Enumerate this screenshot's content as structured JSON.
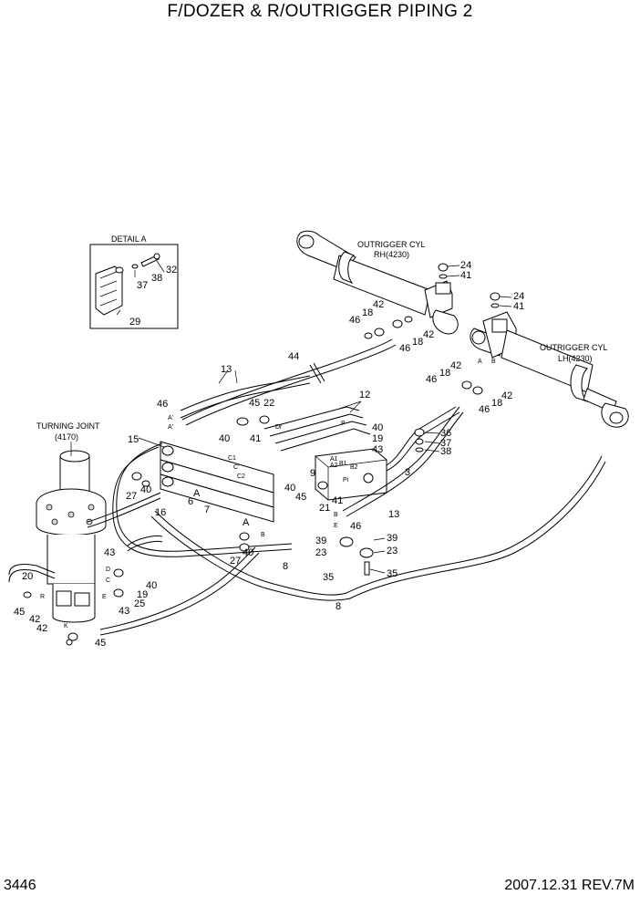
{
  "title": "F/DOZER & R/OUTRIGGER PIPING 2",
  "page_number": "3446",
  "revision": "2007.12.31  REV.7M",
  "detail_label": "DETAIL A",
  "turning_joint": {
    "name": "TURNING JOINT",
    "code": "(4170)"
  },
  "outrigger_rh": {
    "name": "OUTRIGGER CYL",
    "code": "RH(4230)"
  },
  "outrigger_lh": {
    "name": "OUTRIGGER CYL",
    "code": "LH(4230)"
  },
  "callouts": {
    "d32": "32",
    "d38": "38",
    "d37": "37",
    "d29": "29",
    "rh24": "24",
    "rh41": "41",
    "rh42a": "42",
    "rh18a": "18",
    "rh46a": "46",
    "rh46b": "46",
    "rh18b": "18",
    "rh42b": "42",
    "p44": "44",
    "lh24": "24",
    "lh41": "41",
    "lh42a": "42",
    "lh18a": "18",
    "lh46a": "46",
    "lh46b": "46",
    "lh18b": "18",
    "lh42b": "42",
    "p13a": "13",
    "p46a": "46",
    "p45a": "45",
    "p22": "22",
    "p12": "12",
    "p15": "15",
    "p41a": "41",
    "p40a": "40",
    "p19a": "19",
    "p43a": "43",
    "p36": "36",
    "p37": "37",
    "p38": "38",
    "p3": "3",
    "p9": "9",
    "p40b": "40",
    "p45b": "45",
    "p41b": "41",
    "p21": "21",
    "p46c": "46",
    "p13b": "13",
    "p27a": "27",
    "p40c": "40",
    "p6": "6",
    "p7": "7",
    "p16": "16",
    "p39a": "39",
    "p39b": "39",
    "p23a": "23",
    "p23b": "23",
    "p35a": "35",
    "p35b": "35",
    "p27b": "27",
    "p40d": "40",
    "p8a": "8",
    "p8b": "8",
    "p43b": "43",
    "p40e": "40",
    "p19b": "19",
    "p43c": "43",
    "p25": "25",
    "p20": "20",
    "p45c": "45",
    "p42c": "42",
    "p42d": "42",
    "p45d": "45"
  },
  "port_letters": {
    "A": "A",
    "A2": "A",
    "B": "B",
    "C": "C",
    "D": "D",
    "E": "E",
    "K": "K",
    "R": "R",
    "P": "P",
    "C1": "C1",
    "C2": "C2",
    "A1": "A1",
    "A2p": "A2",
    "B1": "B1",
    "B2": "B2",
    "Dr": "Dr",
    "Pi": "Pi",
    "Ap": "A'",
    "Apb": "A'",
    "Cp": "C'"
  }
}
